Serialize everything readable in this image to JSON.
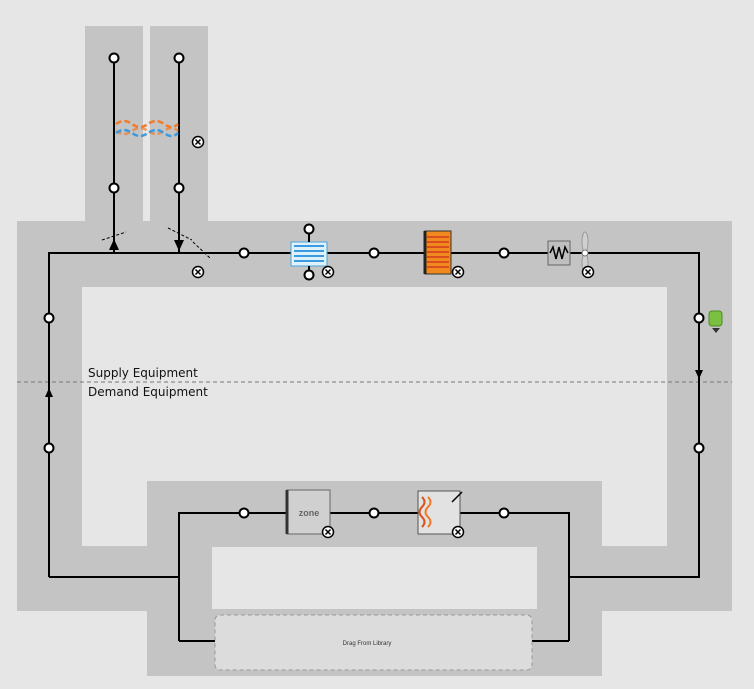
{
  "labels": {
    "supply": "Supply Equipment",
    "demand": "Demand Equipment"
  },
  "components": {
    "zone": "zone",
    "drop_zone": "Drag From Library"
  },
  "icons": [
    "air-to-air-heat-exchanger-icon",
    "heat-exchanger-coil-icon",
    "heating-coil-icon",
    "electric-heater-icon",
    "supply-fan-icon",
    "setpoint-manager-icon",
    "thermal-zone-icon",
    "terminal-reheat-icon",
    "remove-icon",
    "node-icon",
    "flow-arrow-icon",
    "outdoor-air-damper-icon"
  ],
  "colors": {
    "background": "#e6e6e6",
    "loop_band": "#c4c4c4",
    "pipe": "#000000",
    "hot_wave": "#ef7c2d",
    "cold_wave": "#3a9be0",
    "heater_orange": "#f08a1e",
    "setpoint_green": "#7ac142"
  }
}
